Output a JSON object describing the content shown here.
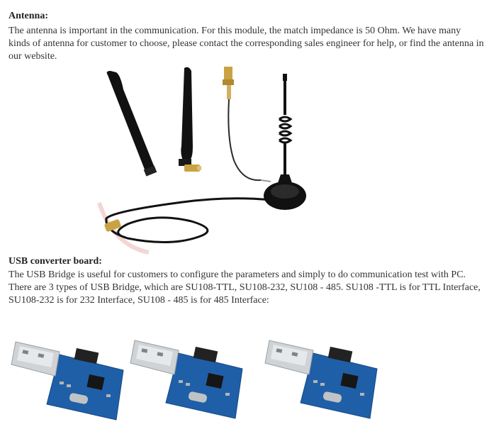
{
  "antenna_section": {
    "title": "Antenna:",
    "body": "The antenna is important in the communication. For this module, the match impedance is 50 Ohm. We have many kinds of antenna for customer to choose, please contact the corresponding sales engineer for help, or find the antenna in our website."
  },
  "usb_section": {
    "title": "USB converter board:",
    "body": "The USB Bridge is useful for customers to configure the parameters and simply to do communication test with PC. There are 3 types of USB Bridge, which are SU108-TTL, SU108-232, SU108 - 485. SU108 -TTL is for TTL Interface, SU108-232 is for 232 Interface, SU108 - 485 is for 485 Interface:"
  },
  "colors": {
    "text": "#333333",
    "antenna_black": "#111111",
    "sma_gold": "#c9a243",
    "pcb_blue": "#1f5fa8",
    "usb_metal": "#cfd3d6"
  },
  "icons": [
    "rubber-duck-antenna-icon",
    "whip-antenna-icon",
    "pigtail-cable-icon",
    "magnetic-base-antenna-icon",
    "usb-bridge-board-icon"
  ]
}
